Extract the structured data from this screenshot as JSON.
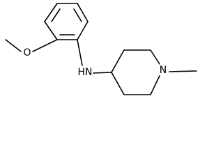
{
  "molecule": {
    "atom_labels": {
      "oxygen": "O",
      "amine": "HN",
      "ring_nitrogen": "N"
    }
  }
}
